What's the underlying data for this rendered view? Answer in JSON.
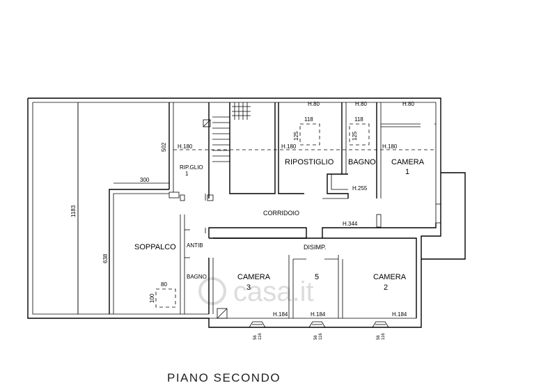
{
  "title": "PIANO SECONDO",
  "watermark": "casa.it",
  "rooms": {
    "soppalco": "SOPPALCO",
    "ripostiglio_small": "RIP.GLIO",
    "ripostiglio_small_num": "1",
    "ripostiglio": "RIPOSTIGLIO",
    "bagno_top": "BAGNO",
    "camera1": "CAMERA",
    "camera1_num": "1",
    "corridoio": "CORRIDOIO",
    "antib": "ANTIB",
    "bagno_left": "BAGNO",
    "disimp": "DISIMP.",
    "camera3": "CAMERA",
    "camera3_num": "3",
    "room5": "5",
    "camera2": "CAMERA",
    "camera2_num": "2"
  },
  "heights": {
    "h180_a": "H.180",
    "h80_a": "H.80",
    "h80_b": "H.80",
    "h80_c": "H.80",
    "h180_b": "H.180",
    "h180_c": "H.180",
    "h255": "H.255",
    "h344": "H.344",
    "h184_a": "H.184",
    "h184_b": "H.184",
    "h184_c": "H.184"
  },
  "dimensions": {
    "d1183": "1183",
    "d638": "638",
    "d502": "502",
    "d300": "300",
    "d118_a": "118",
    "d125_a": "125",
    "d118_b": "118",
    "d125_b": "125",
    "d80": "80",
    "d100": "100",
    "d56_a": "56",
    "d116_a": "116",
    "d56_b": "56",
    "d116_b": "116",
    "d56_c": "56",
    "d116_c": "116"
  }
}
